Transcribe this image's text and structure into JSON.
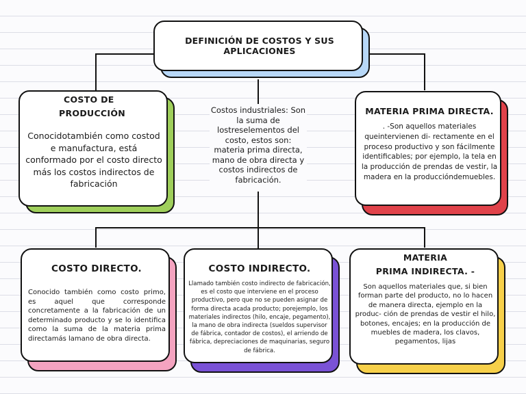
{
  "title": "DEFINICIÓN DE COSTOS Y SUS APLICACIONES",
  "center_text": "Costos industriales: Son la suma de lostreselementos del costo, estos son: materia prima directa, mano de obra directa y costos indirectos de fabricación.",
  "cards": {
    "costo_produccion": {
      "heading_line1": "COSTO DE",
      "heading_line2": "PRODUCCIÓN",
      "body": "Conocidotambién como costod e manufactura, está conformado por el costo directo más los costos indirectos de fabricación",
      "accent": "#9fcf5b"
    },
    "materia_prima_directa": {
      "heading": "MATERIA PRIMA DIRECTA.",
      "body": ". -Son aquellos materiales queintervienen di- rectamente en el proceso productivo y son fácilmente identificables; por ejemplo, la tela en la producción de prendas de vestir, la madera en la produccióndemuebles.",
      "accent": "#e0424a"
    },
    "costo_directo": {
      "heading": "COSTO DIRECTO.",
      "body": "Conocido también como costo primo, es aquel que corresponde concretamente a la fabricación de un determinado producto y se lo identifica como la suma de la materia prima directamás lamano de obra directa.",
      "accent": "#f4a3c0"
    },
    "costo_indirecto": {
      "heading": "COSTO INDIRECTO.",
      "body": "Llamado también costo indirecto de fabricación, es el costo que interviene en el proceso productivo, pero que no se pueden asignar de forma directa acada producto; porejemplo, los materiales indirectos (hilo, encaje, pegamento), la mano de obra indirecta (sueldos supervisor de fábrica, contador de costos), el arriendo de fábrica, depreciaciones de maquinarias, seguro de fábrica.",
      "accent": "#7a52d6"
    },
    "materia_prima_indirecta": {
      "heading_line1": "MATERIA",
      "heading_line2": "PRIMA INDIRECTA. -",
      "body": "Son aquellos materiales que, si bien forman parte del producto, no lo hacen de manera directa, ejemplo en la produc- ción de prendas de vestir el hilo, botones, encajes; en la producción de muebles de madera, los clavos, pegamentos, lijas",
      "accent": "#f7d04a"
    }
  },
  "colors": {
    "title_shadow": "#b7d7f7",
    "line": "#111111",
    "paper": "#fbfbfd"
  }
}
